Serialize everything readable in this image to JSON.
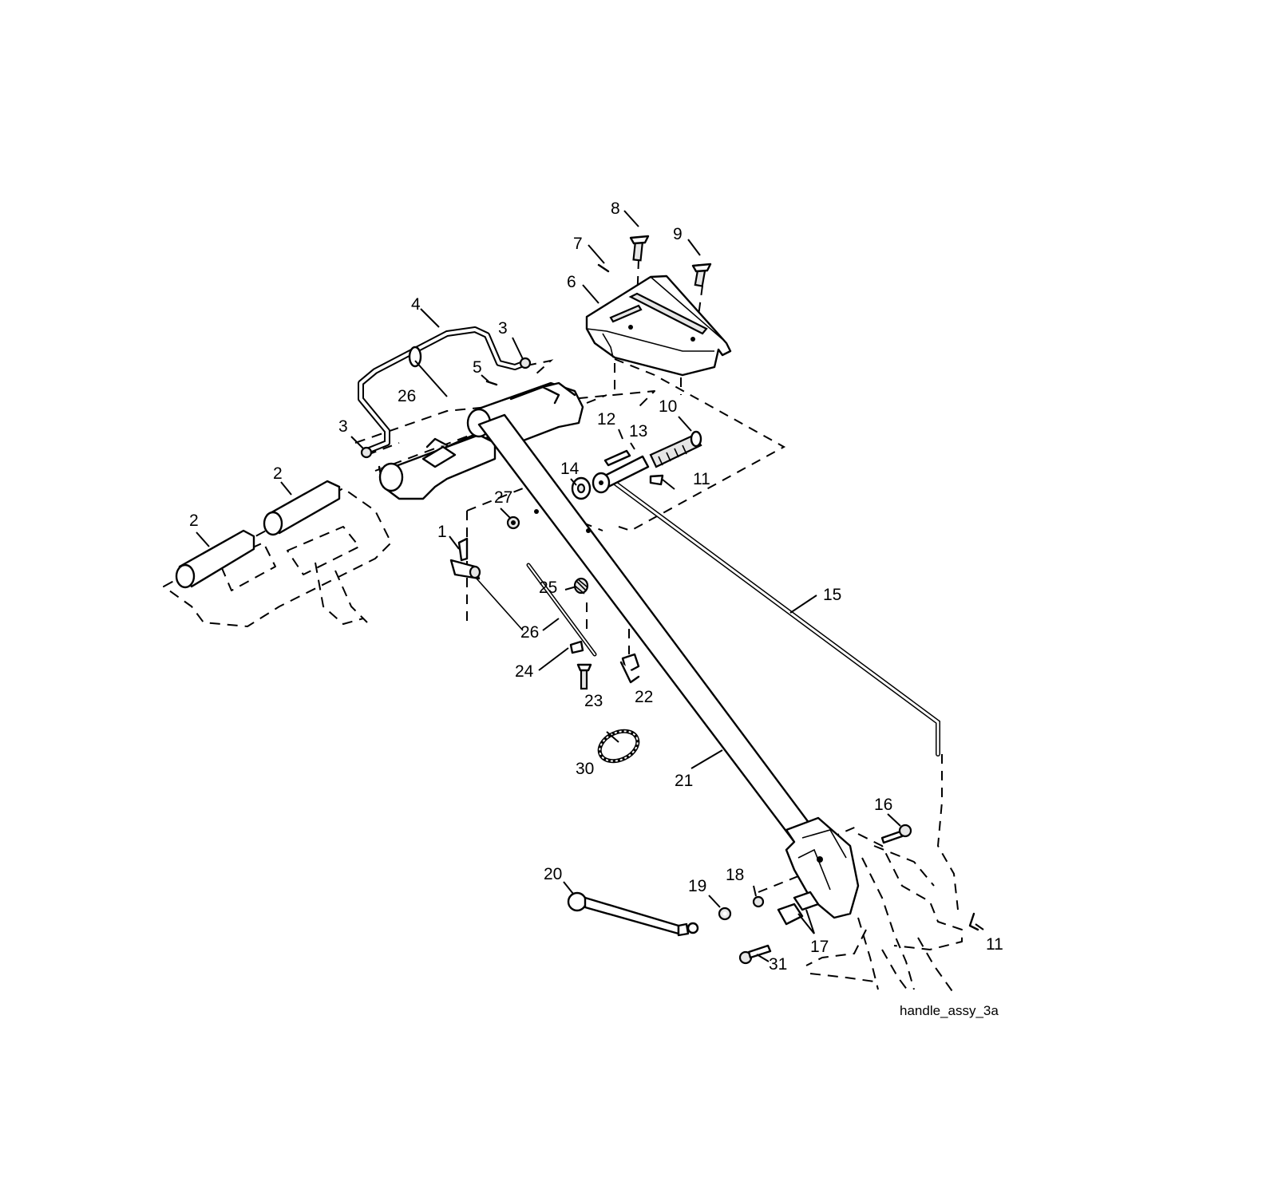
{
  "diagram": {
    "caption": "handle_assy_3a",
    "callouts": [
      {
        "id": "c8",
        "label": "8"
      },
      {
        "id": "c7",
        "label": "7"
      },
      {
        "id": "c9",
        "label": "9"
      },
      {
        "id": "c6",
        "label": "6"
      },
      {
        "id": "c4",
        "label": "4"
      },
      {
        "id": "c3a",
        "label": "3"
      },
      {
        "id": "c5",
        "label": "5"
      },
      {
        "id": "c26a",
        "label": "26"
      },
      {
        "id": "c10",
        "label": "10"
      },
      {
        "id": "c3b",
        "label": "3"
      },
      {
        "id": "c12",
        "label": "12"
      },
      {
        "id": "c13",
        "label": "13"
      },
      {
        "id": "c2a",
        "label": "2"
      },
      {
        "id": "c14",
        "label": "14"
      },
      {
        "id": "c11a",
        "label": "11"
      },
      {
        "id": "c2b",
        "label": "2"
      },
      {
        "id": "c27",
        "label": "27"
      },
      {
        "id": "c1",
        "label": "1"
      },
      {
        "id": "c15",
        "label": "15"
      },
      {
        "id": "c25",
        "label": "25"
      },
      {
        "id": "c26b",
        "label": "26"
      },
      {
        "id": "c24",
        "label": "24"
      },
      {
        "id": "c22",
        "label": "22"
      },
      {
        "id": "c23",
        "label": "23"
      },
      {
        "id": "c30",
        "label": "30"
      },
      {
        "id": "c21",
        "label": "21"
      },
      {
        "id": "c16",
        "label": "16"
      },
      {
        "id": "c20",
        "label": "20"
      },
      {
        "id": "c18",
        "label": "18"
      },
      {
        "id": "c19",
        "label": "19"
      },
      {
        "id": "c11b",
        "label": "11"
      },
      {
        "id": "c17",
        "label": "17"
      },
      {
        "id": "c31",
        "label": "31"
      }
    ]
  }
}
